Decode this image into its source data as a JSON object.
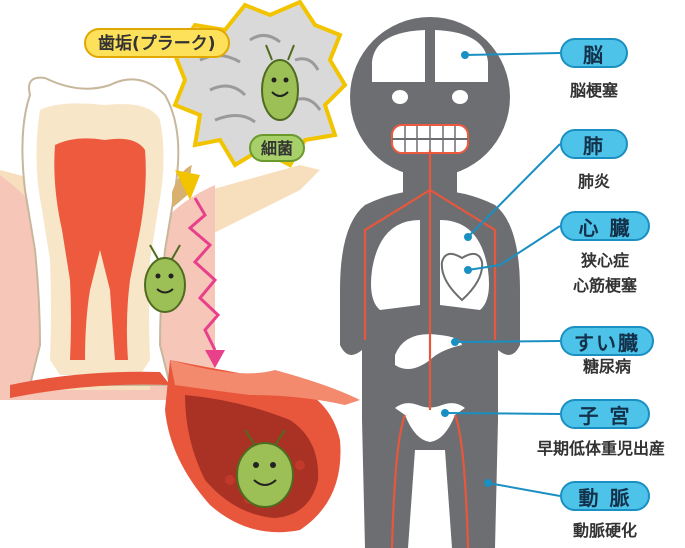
{
  "plaque_label": "歯垢(プラーク)",
  "bacteria_label": "細菌",
  "organs": [
    {
      "name": "脳",
      "diseases": [
        "脳梗塞"
      ]
    },
    {
      "name": "肺",
      "diseases": [
        "肺炎"
      ]
    },
    {
      "name": "心 臓",
      "diseases": [
        "狭心症",
        "心筋梗塞"
      ]
    },
    {
      "name": "すい臓",
      "diseases": [
        "糖尿病"
      ]
    },
    {
      "name": "子 宮",
      "diseases": [
        "早期低体重児出産"
      ]
    },
    {
      "name": "動 脈",
      "diseases": [
        "動脈硬化"
      ]
    }
  ],
  "colors": {
    "label_fill": "#4dc3ea",
    "body_gray": "#6d6e71",
    "vessel_red": "#e8573c",
    "bacteria_green": "#9cbf56",
    "arrow_pink": "#e8408a"
  }
}
